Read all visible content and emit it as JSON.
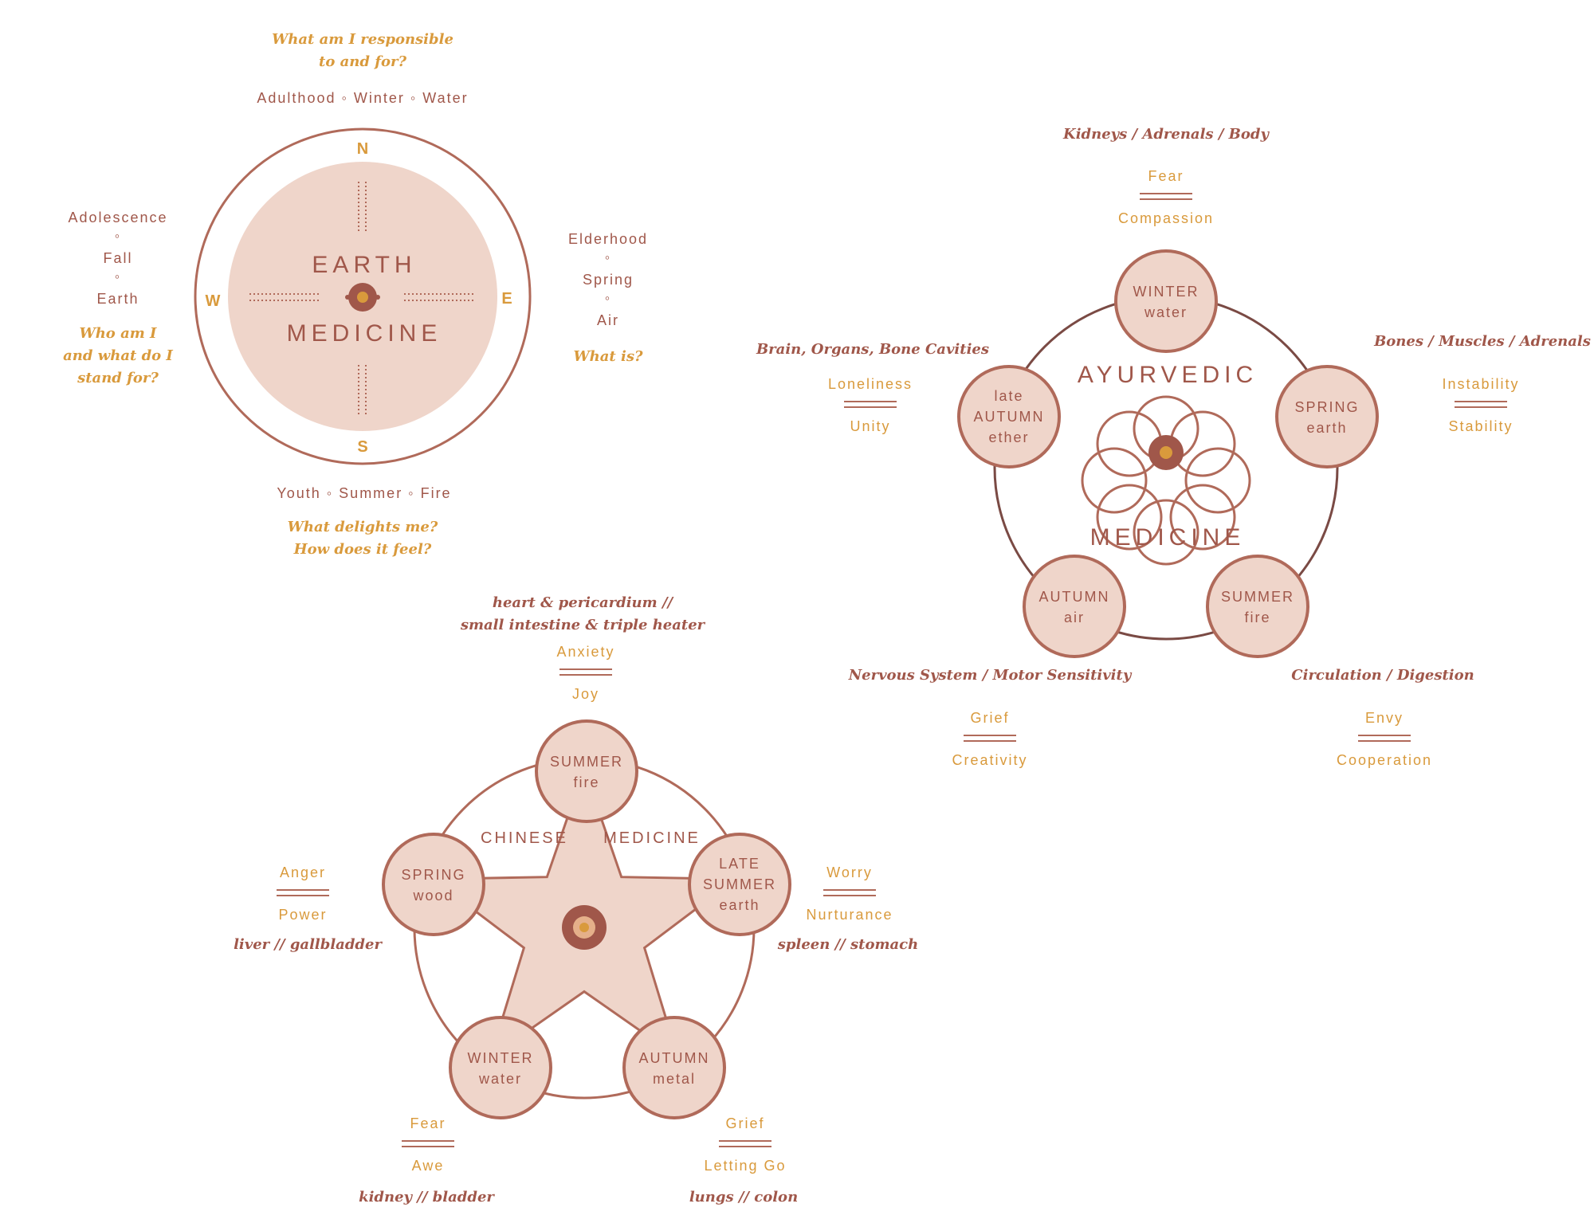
{
  "colors": {
    "brown": "#a0574a",
    "gold": "#d99a3c",
    "fill": "#efd5ca",
    "stroke": "#b06a5a",
    "line": "#7a4a44"
  },
  "earth": {
    "title_line1": "EARTH",
    "title_line2": "MEDICINE",
    "north": "N",
    "south": "S",
    "east": "E",
    "west": "W",
    "north_text": "Adulthood ◦ Winter ◦ Water",
    "north_q1": "What am I responsible",
    "north_q2": "to and for?",
    "west_l1": "Adolescence",
    "west_d1": "◦",
    "west_l2": "Fall",
    "west_d2": "◦",
    "west_l3": "Earth",
    "west_q1": "Who am I",
    "west_q2": "and what do I",
    "west_q3": "stand for?",
    "east_l1": "Elderhood",
    "east_d1": "◦",
    "east_l2": "Spring",
    "east_d2": "◦",
    "east_l3": "Air",
    "east_q1": "What is?",
    "south_text": "Youth ◦ Summer ◦ Fire",
    "south_q1": "What delights me?",
    "south_q2": "How does it feel?"
  },
  "ayurvedic": {
    "title_line1": "AYURVEDIC",
    "title_line2": "MEDICINE",
    "nodes": [
      {
        "l1": "WINTER",
        "l2": "water"
      },
      {
        "l1": "SPRING",
        "l2": "earth"
      },
      {
        "l1": "SUMMER",
        "l2": "fire"
      },
      {
        "l1": "AUTUMN",
        "l2": "air"
      },
      {
        "l0": "late",
        "l1": "AUTUMN",
        "l2": "ether"
      }
    ],
    "labels": [
      {
        "organ": "Kidneys / Adrenals / Body",
        "top": "Fear",
        "bottom": "Compassion"
      },
      {
        "organ": "Bones / Muscles / Adrenals",
        "top": "Instability",
        "bottom": "Stability"
      },
      {
        "organ": "Circulation / Digestion",
        "top": "Envy",
        "bottom": "Cooperation"
      },
      {
        "organ": "Nervous System / Motor Sensitivity",
        "top": "Grief",
        "bottom": "Creativity"
      },
      {
        "organ": "Brain, Organs, Bone Cavities",
        "top": "Loneliness",
        "bottom": "Unity"
      }
    ]
  },
  "chinese": {
    "title_left": "CHINESE",
    "title_right": "MEDICINE",
    "nodes": [
      {
        "l1": "SUMMER",
        "l2": "fire"
      },
      {
        "l0": "LATE",
        "l1": "SUMMER",
        "l2": "earth"
      },
      {
        "l1": "AUTUMN",
        "l2": "metal"
      },
      {
        "l1": "WINTER",
        "l2": "water"
      },
      {
        "l1": "SPRING",
        "l2": "wood"
      }
    ],
    "labels": [
      {
        "organ1": "heart & pericardium //",
        "organ2": "small intestine & triple heater",
        "top": "Anxiety",
        "bottom": "Joy"
      },
      {
        "organ1": "spleen // stomach",
        "top": "Worry",
        "bottom": "Nurturance"
      },
      {
        "organ1": "lungs // colon",
        "top": "Grief",
        "bottom": "Letting Go"
      },
      {
        "organ1": "kidney // bladder",
        "top": "Fear",
        "bottom": "Awe"
      },
      {
        "organ1": "liver // gallbladder",
        "top": "Anger",
        "bottom": "Power"
      }
    ]
  }
}
